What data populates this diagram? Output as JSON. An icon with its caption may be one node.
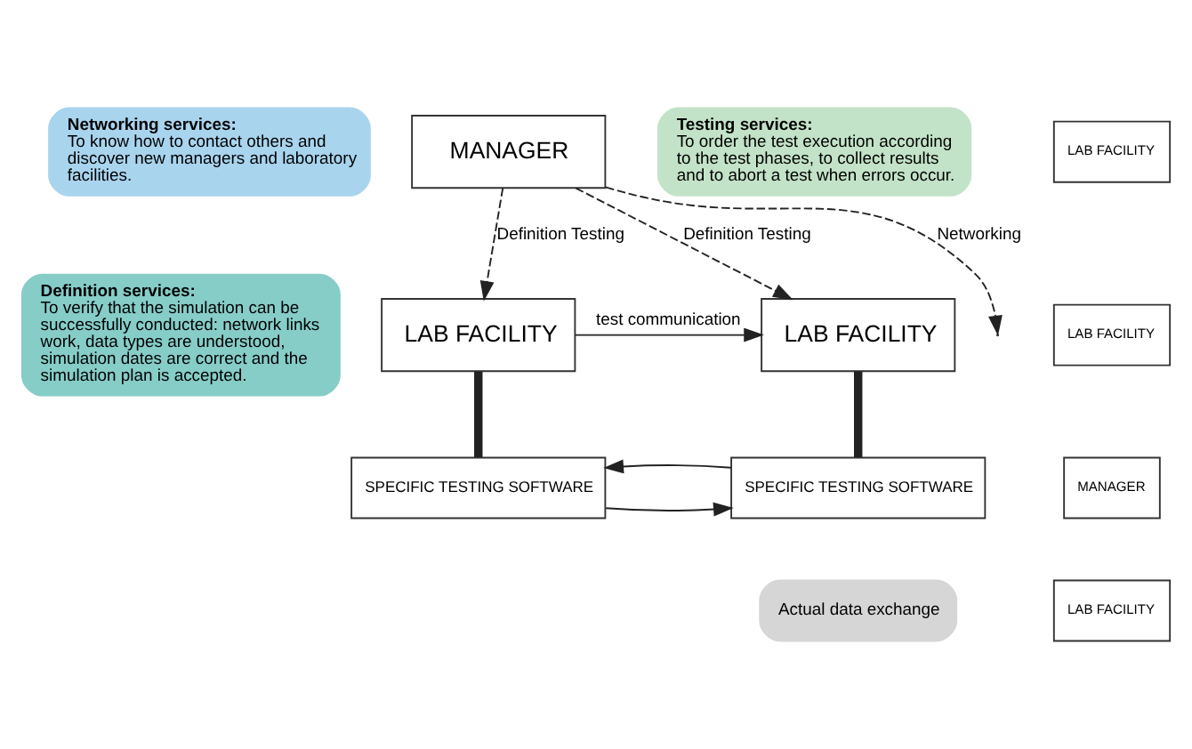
{
  "diagram": {
    "nodes": [
      {
        "text": [
          "Networking services:",
          "To know how to contact others and discover new managers and laboratory facilities."
        ]
      },
      {
        "text": [
          "MANAGER"
        ]
      },
      {
        "text": [
          "Testing services:",
          "To order the test execution according to the test phases, to collect results and to abort a test when errors occur."
        ]
      },
      {
        "text": [
          "LAB FACILITY"
        ]
      },
      {
        "text": [
          "LAB FACILITY"
        ]
      },
      {
        "text": [
          "MANAGER"
        ]
      },
      {
        "text": [
          "LAB FACILITY"
        ]
      },
      {
        "text": [
          "Definition services:",
          "To verify that the simulation can be successfully conducted: network links work, data types are understood, simulation dates are correct and the simulation plan is accepted."
        ]
      },
      {
        "text": [
          "LAB FACILITY"
        ]
      },
      {
        "text": [
          "LAB FACILITY"
        ]
      },
      {
        "text": [
          "SPECIFIC TESTING SOFTWARE"
        ]
      },
      {
        "text": [
          "SPECIFIC TESTING SOFTWARE"
        ]
      },
      {
        "text": [
          "Actual data exchange"
        ]
      }
    ],
    "edges": [
      {
        "from": 1,
        "to": null,
        "arrow": "to",
        "label": "Networking",
        "style": "dashed"
      },
      {
        "from": 1,
        "to": 8,
        "arrow": "to",
        "label": "Definition Testing",
        "style": "dashed"
      },
      {
        "from": 1,
        "to": 9,
        "arrow": "to",
        "label": "Definition Testing",
        "style": "dashed"
      },
      {
        "from": 8,
        "to": 9,
        "arrow": "to",
        "label": "test communication"
      },
      {
        "from": 8,
        "to": 10,
        "arrow": "none",
        "style": "thick"
      },
      {
        "from": 9,
        "to": 11,
        "arrow": "none",
        "style": "thick"
      },
      {
        "from": 10,
        "to": 11,
        "arrow": "to"
      },
      {
        "from": 11,
        "to": 10,
        "arrow": "to"
      }
    ]
  }
}
